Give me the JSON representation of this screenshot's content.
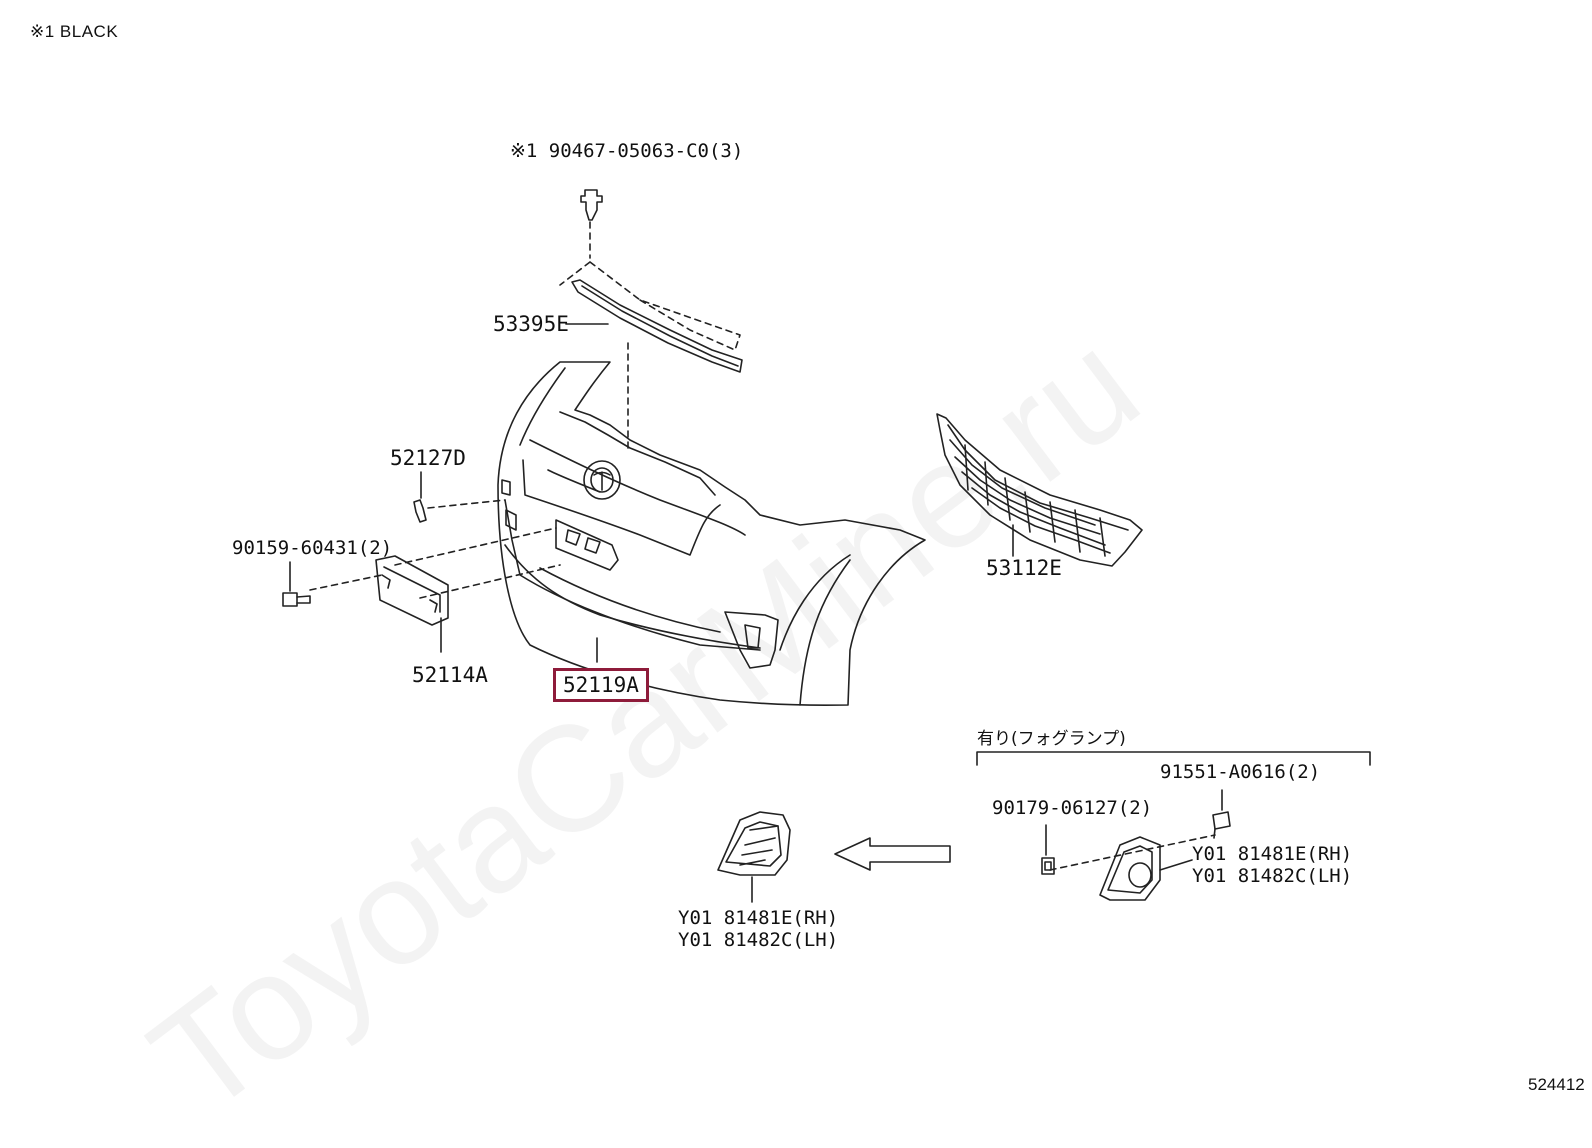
{
  "note": "※1 BLACK",
  "watermark": "ToyotaCarMine.ru",
  "labels": {
    "clip_top": "※1 90467-05063-C0(3)",
    "molding": "53395E",
    "retainer": "52127D",
    "screw_left": "90159-60431(2)",
    "bracket": "52114A",
    "bumper_cover": "52119A",
    "lower_grille": "53112E",
    "fog_group": "有り(フォグランプ)",
    "fog_screw": "91551-A0616(2)",
    "fog_nut": "90179-06127(2)",
    "fog_cover_rh_right": "Y01 81481E(RH)",
    "fog_cover_lh_right": "Y01 81482C(LH)",
    "fog_cover_rh_left": "Y01 81481E(RH)",
    "fog_cover_lh_left": "Y01 81482C(LH)"
  },
  "ref_code": "524412",
  "colors": {
    "highlight": "#8e1b3a",
    "line": "#222222"
  }
}
